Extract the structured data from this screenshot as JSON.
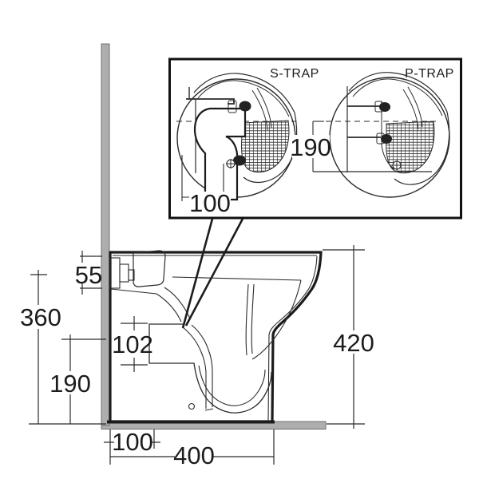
{
  "drawing": {
    "type": "technical-drawing",
    "subject": "Back-to-wall WC pan side elevation with S-trap / P-trap detail inset",
    "units": "mm"
  },
  "inset": {
    "s_trap": {
      "label": "S-TRAP",
      "outlet_offset": "100"
    },
    "p_trap": {
      "label": "P-TRAP",
      "outlet_height": "190"
    }
  },
  "dimensions": {
    "inlet_offset_55": "55",
    "height_360": "360",
    "outlet_bore_102": "102",
    "outlet_height_190": "190",
    "setout_100": "100",
    "depth_400": "400",
    "overall_height_420": "420"
  },
  "colors": {
    "line": "#1c1c1c",
    "thin_line": "#2a2a2a",
    "wall_fill": "#aeaeae",
    "wall_edge": "#6f6f6f",
    "background": "#ffffff",
    "hatch": "#333333"
  }
}
